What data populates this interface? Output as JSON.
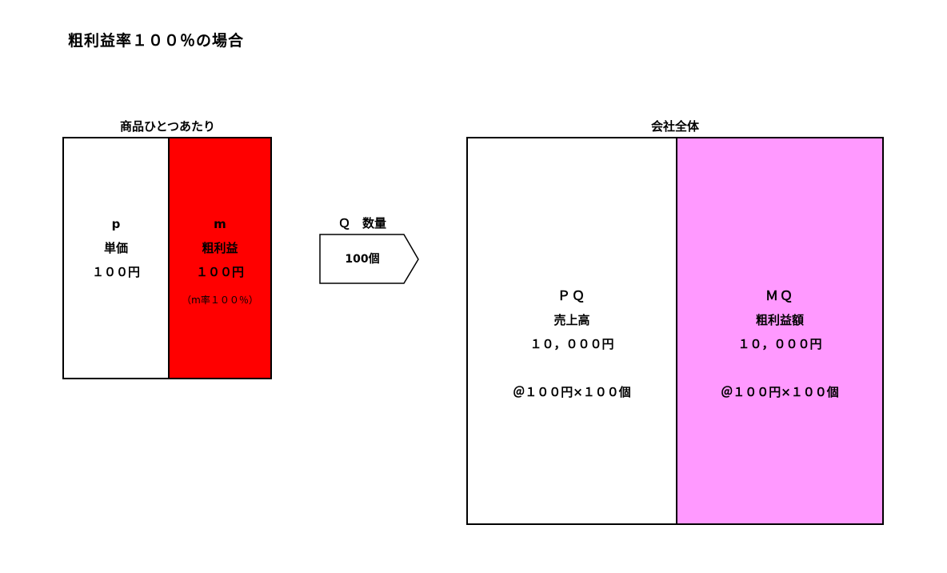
{
  "title": "粗利益率１００％の場合",
  "left_panel": {
    "caption": "商品ひとつあたり",
    "price": {
      "symbol": "p",
      "label": "単価",
      "value": "１００円"
    },
    "margin": {
      "symbol": "m",
      "label": "粗利益",
      "value": "１００円",
      "rate": "（m率１００％）",
      "color": "#ff0000"
    }
  },
  "arrow": {
    "label": "Ｑ　数量",
    "value": "100個"
  },
  "right_panel": {
    "caption": "会社全体",
    "sales": {
      "symbol": "ＰＱ",
      "label": "売上高",
      "value": "１０，０００円",
      "formula": "＠１００円×１００個"
    },
    "gross_profit": {
      "symbol": "ＭＱ",
      "label": "粗利益額",
      "value": "１０，０００円",
      "formula": "＠１００円×１００個",
      "color": "#ff99ff"
    }
  }
}
